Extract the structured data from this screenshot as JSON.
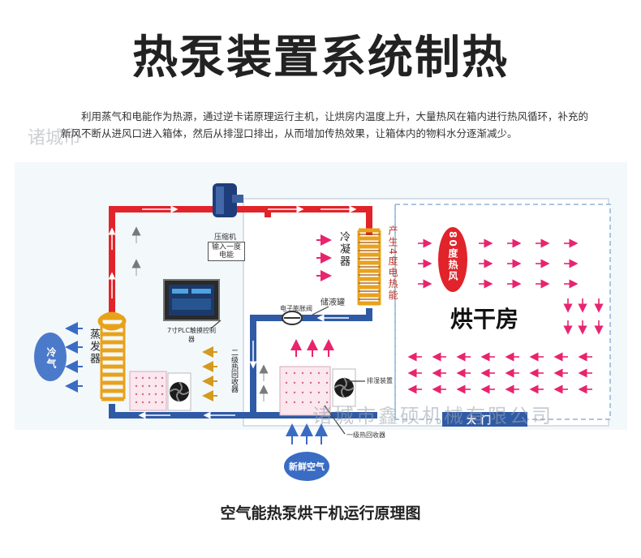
{
  "title": "热泵装置系统制热",
  "description": "利用蒸气和电能作为热源，通过逆卡诺原理运行主机，让烘房内温度上升，大量热风在箱内进行热风循环，补充的新风不断从进风口进入箱体，然后从排湿口排出，从而增加传热效果，让箱体内的物料水分逐渐减少。",
  "watermark": {
    "left": "诸城市",
    "right": "诸城市鑫硕机械有限公司"
  },
  "diagram": {
    "compressor": "压缩机",
    "power_input": "输入一度电能",
    "condenser": "冷凝器",
    "reservoir": "储液罐",
    "electric_heat": "产生4度电热能",
    "hot_air": "80度热风",
    "drying_room": "烘干房",
    "plc": "7寸PLC触摸控制器",
    "evaporator": "蒸发器",
    "cold_air": "冷气",
    "secondary_recovery": "二级热回收器",
    "expansion_valve": "电子膨胀阀",
    "dehumid": "排湿装置",
    "primary_recovery": "一级热回收器",
    "door": "大门",
    "fresh_air": "新鲜空气"
  },
  "colors": {
    "hot_pipe": "#e0242a",
    "cold_pipe": "#2f5aa6",
    "coil": "#e8a21a",
    "arrow": "#e8246e",
    "blue_arrow": "#3a6cc4"
  },
  "caption": "空气能热泵烘干机运行原理图"
}
